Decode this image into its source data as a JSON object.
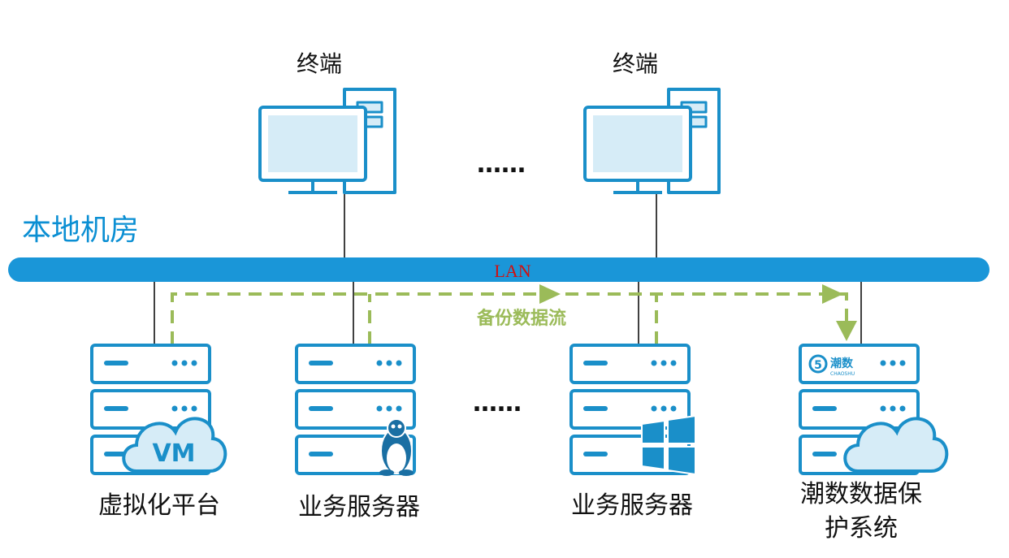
{
  "room_label": "本地机房",
  "bus_label": "LAN",
  "flow_label": "备份数据流",
  "ellipsis": "……",
  "terminals": [
    {
      "label": "终端"
    },
    {
      "label": "终端"
    }
  ],
  "servers": [
    {
      "label": "虚拟化平台",
      "badge": "VM",
      "icon": "cloud-vm-icon"
    },
    {
      "label": "业务服务器",
      "icon": "linux-penguin-icon"
    },
    {
      "label": "业务服务器",
      "icon": "windows-logo-icon"
    },
    {
      "label_line1": "潮数数据保",
      "label_line2": "护系统",
      "logo_text": "潮数",
      "logo_sub": "CHAOSHU",
      "icon": "cloud-icon"
    }
  ],
  "colors": {
    "accent_blue": "#0b8fd3",
    "bus_blue": "#1a96d8",
    "flow_green": "#9bbb59",
    "lan_text_red": "#d01010",
    "icon_fill": "#d6ecf7"
  }
}
